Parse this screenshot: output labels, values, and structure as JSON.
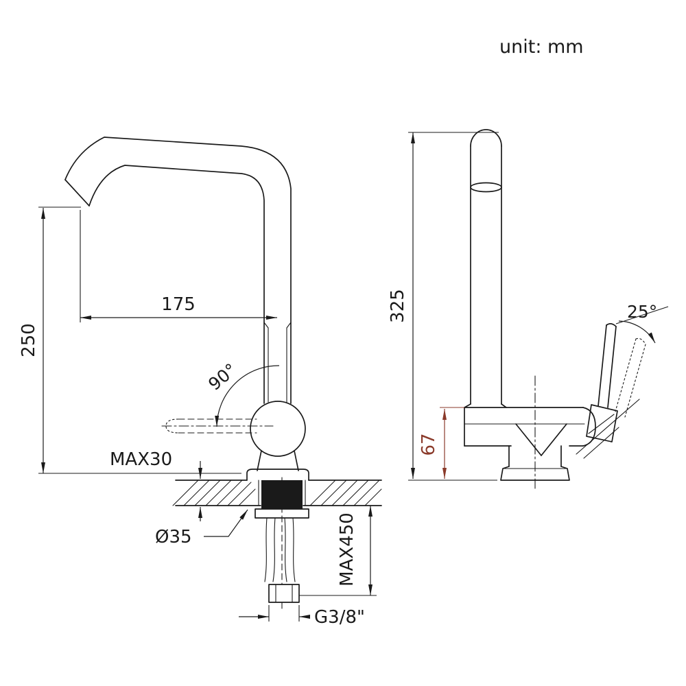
{
  "unit_note": "unit:  mm",
  "front_view": {
    "spout_reach_mm": "175",
    "spout_height_mm": "250",
    "swivel_angle": "90°",
    "max_deck": "MAX30",
    "hole_diameter": "Ø35",
    "max_hose_length": "MAX450",
    "thread": "G3/8\""
  },
  "side_view": {
    "overall_height_mm": "325",
    "body_height_mm": "67",
    "handle_tilt": "25°"
  },
  "colors": {
    "ink": "#1a1a1a",
    "accent_dim": "#8a3a2a",
    "background": "#ffffff"
  }
}
